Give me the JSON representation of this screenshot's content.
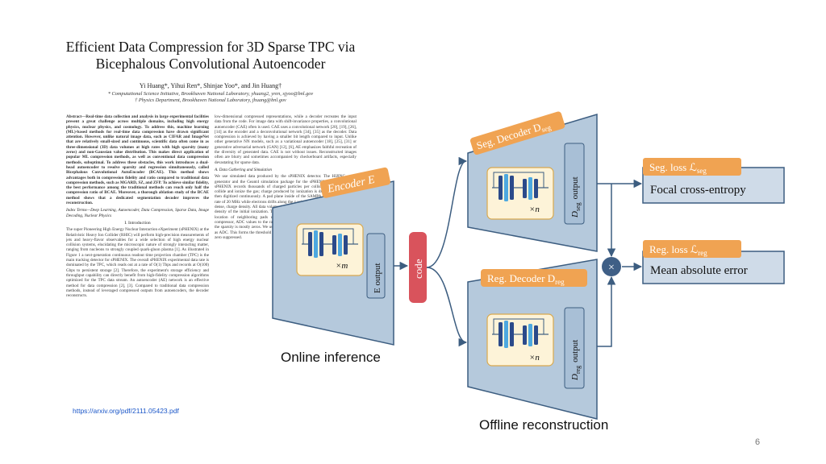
{
  "paper": {
    "title_line1": "Efficient Data Compression for 3D Sparse TPC via",
    "title_line2": "Bicephalous Convolutional Autoencoder",
    "authors": "Yi Huang*, Yihui Ren*, Shinjae Yoo*, and Jin Huang†",
    "affiliation1": "* Computational Science Initiative, Brookhaven National Laboratory, yhuang2, yren, sjyoo@bnl.gov",
    "affiliation2": "† Physics Department, Brookhaven National Laboratory, jhuang@bnl.gov",
    "abstract": "Abstract—Real-time data collection and analysis in large experimental facilities present a great challenge across multiple domains, including high energy physics, nuclear physics, and cosmology. To address this, machine learning (ML)-based methods for real-time data compression have drawn significant attention. However, unlike natural image data, such as CIFAR and ImageNet that are relatively small-sized and continuous, scientific data often come in as three-dimensional (3D) data volumes at high rates with high sparsity (many zeros) and non-Gaussian value distribution. This makes direct application of popular ML compression methods, as well as conventional data compression methods, suboptimal. To address these obstacles, this work introduces a dual-head autoencoder to resolve sparsity and regression simultaneously, called Bicephalous Convolutional AutoEncoder (BCAE). This method shows advantages both in compression fidelity and ratio compared to traditional data compression methods, such as MGARD, SZ, and ZFP. To achieve similar fidelity, the best performance among the traditional methods can reach only half the compression ratio of BCAE. Moreover, a thorough ablation study of the BCAE method shows that a dedicated segmentation decoder improves the reconstruction.",
    "index_terms": "Index Terms—Deep Learning, Autoencoder, Data Compression, Sparse Data, Image Decoding, Nuclear Physics",
    "intro_heading": "I. Introduction",
    "intro_text": "The super Pioneering High Energy Nuclear Interaction eXperiment (sPHENIX) at the Relativistic Heavy Ion Collider (RHIC) will perform high-precision measurements of jets and heavy-flavor observables for a wide selection of high energy nuclear collision systems, elucidating the microscopic nature of strongly interacting matter, ranging from nucleons to strongly coupled quark-gluon plasma [1]. As illustrated in Figure 1 a next-generation continuous readout time projection chamber (TPC) is the main tracking detector for sPHENIX. The overall sPHENIX experimental data rate is dominated by the TPC, which reads out at a rate of O(1) Tbps and records at O(100) Gbps to persistent storage [2]. Therefore, the experiment's storage efficiency and throughput capability can directly benefit from high-fidelity compression algorithms optimized for the TPC data stream. An autoencoder (AE) network is an effective method for data compression [2], [3]. Compared to traditional data compression methods, instead of leveraged compressed outputs from autoencoders, the decoder reconstructs.",
    "right_text1": "low-dimensional compressed representations, while a decoder recreates the input data from the code. For image data with shift-invariance properties, a convolutional autoencoder (CAE) often is used. CAE uses a convolutional network [20], [19], [26], [14] as the encoder and a deconvolutional network [34], [35] as the decoder. Data compression is achieved by having a smaller bit length compared to input. Unlike other generative NN models, such as a variational autoencoder [18], [25], [31] or generative adversarial network (GAN) [12], [6], AE emphasizes faithful recreation of the diversity of generated data. CAE is not without issues. Reconstructed images often are blurry and sometimes accompanied by checkerboard artifacts, especially devastating for sparse data.",
    "right_heading": "A. Data Gathering and Simulation",
    "right_text2": "We use simulated data produced by the sPHENIX detector. The HIJING event generator and the Geant4 simulation package for the sPHENIX framework [27]. sPHENIX records thousands of charged particles per collision at RHIC, which collide and ionize the gas; charge produced by ionization is drifted, amplified, and then digitized continuously. A pad plane inside of the SAMPA ASIC reads out at a rate of 20 MHz while electrons drifts along the z axis. Charges are translated into the dense, charge density. All data volume images (c: 16, 1025), representing the charge density of the initial ionization. The trajectory location is interpolated between the location of neighboring pads using the ADC amplitude. Hence, in a lossy compressor, ADC values to the ratio between the ADC values are zero-suppressed, the sparsity is mostly zeros. We use a simple zero suppression as ADC < 64, and set as ADC. This forms the threshold is zero. The gap created in the data, so we use the zero suppressed."
  },
  "diagram": {
    "encoder_label": "Encoder E",
    "encoder_output_label": "E output",
    "encoder_repeat": "×m",
    "code_label": "code",
    "seg_decoder_label": "Seg. Decoder D",
    "seg_decoder_sub": "seg",
    "seg_output_label": "D",
    "seg_output_sub": "seg",
    "seg_output_word": "output",
    "seg_repeat": "×n",
    "reg_decoder_label": "Reg. Decoder D",
    "reg_decoder_sub": "reg",
    "reg_output_label": "D",
    "reg_output_sub": "reg",
    "reg_output_word": "output",
    "reg_repeat": "×n",
    "seg_loss_label": "Seg. loss ℒ",
    "seg_loss_sub": "seg",
    "seg_loss_name": "Focal cross-entropy",
    "reg_loss_label": "Reg. loss ℒ",
    "reg_loss_sub": "reg",
    "reg_loss_name": "Mean absolute error",
    "multiply_symbol": "×"
  },
  "slide": {
    "online_label": "Online inference",
    "offline_label": "Offline reconstruction",
    "source_link": "https://arxiv.org/pdf/2111.05423.pdf",
    "page_number": "6"
  },
  "colors": {
    "panel_fill": "#b5c9dc",
    "panel_stroke": "#3c5d80",
    "orange": "#f0a352",
    "code_fill": "#d9535c",
    "output_fill": "#a8bfd6",
    "loss_fill": "#cfdbe8",
    "multiply_fill": "#3f5f86",
    "block_dark": "#2b4a8a",
    "block_light": "#4da8e0",
    "block_bg": "#fdf3d8"
  }
}
